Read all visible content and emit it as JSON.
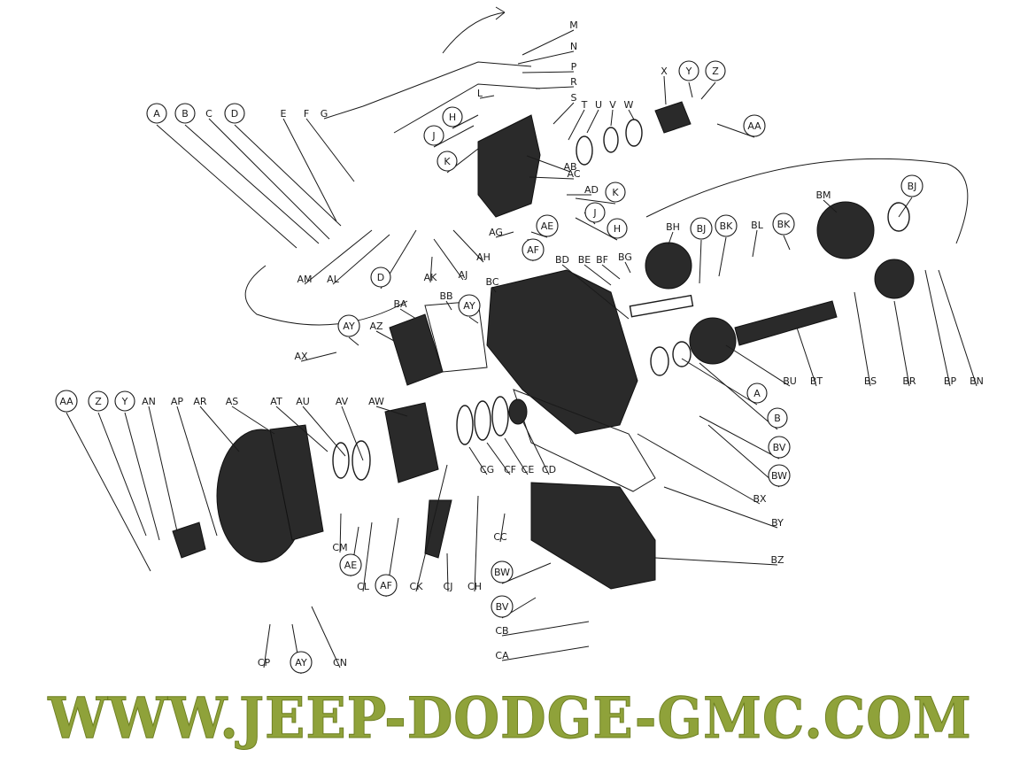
{
  "watermark": {
    "text": "WWW.JEEP-DODGE-GMC.COM",
    "color": "#8fa23a"
  },
  "labels": [
    {
      "id": "M",
      "circled": false
    },
    {
      "id": "N",
      "circled": false
    },
    {
      "id": "P",
      "circled": false
    },
    {
      "id": "R",
      "circled": false
    },
    {
      "id": "L",
      "circled": false
    },
    {
      "id": "S",
      "circled": false
    },
    {
      "id": "T",
      "circled": false
    },
    {
      "id": "U",
      "circled": false
    },
    {
      "id": "V",
      "circled": false
    },
    {
      "id": "W",
      "circled": false
    },
    {
      "id": "X",
      "circled": false
    },
    {
      "id": "Y",
      "circled": true
    },
    {
      "id": "Z",
      "circled": true
    },
    {
      "id": "AA",
      "circled": true
    },
    {
      "id": "A",
      "circled": true
    },
    {
      "id": "B",
      "circled": true
    },
    {
      "id": "C",
      "circled": false
    },
    {
      "id": "D",
      "circled": true
    },
    {
      "id": "E",
      "circled": false
    },
    {
      "id": "F",
      "circled": false
    },
    {
      "id": "G",
      "circled": false
    },
    {
      "id": "H",
      "circled": true
    },
    {
      "id": "J",
      "circled": true
    },
    {
      "id": "K",
      "circled": true
    },
    {
      "id": "AB",
      "circled": false
    },
    {
      "id": "AC",
      "circled": false
    },
    {
      "id": "AD",
      "circled": false
    },
    {
      "id": "K",
      "circled": true
    },
    {
      "id": "J",
      "circled": true
    },
    {
      "id": "H",
      "circled": true
    },
    {
      "id": "AG",
      "circled": false
    },
    {
      "id": "AE",
      "circled": true
    },
    {
      "id": "AF",
      "circled": true
    },
    {
      "id": "AH",
      "circled": false
    },
    {
      "id": "AJ",
      "circled": false
    },
    {
      "id": "AK",
      "circled": false
    },
    {
      "id": "D",
      "circled": true
    },
    {
      "id": "AL",
      "circled": false
    },
    {
      "id": "AM",
      "circled": false
    },
    {
      "id": "BJ",
      "circled": true
    },
    {
      "id": "BM",
      "circled": false
    },
    {
      "id": "BH",
      "circled": false
    },
    {
      "id": "BJ",
      "circled": true
    },
    {
      "id": "BK",
      "circled": true
    },
    {
      "id": "BL",
      "circled": false
    },
    {
      "id": "BK",
      "circled": true
    },
    {
      "id": "BD",
      "circled": false
    },
    {
      "id": "BE",
      "circled": false
    },
    {
      "id": "BF",
      "circled": false
    },
    {
      "id": "BG",
      "circled": false
    },
    {
      "id": "BC",
      "circled": false
    },
    {
      "id": "BB",
      "circled": false
    },
    {
      "id": "BA",
      "circled": false
    },
    {
      "id": "AY",
      "circled": true
    },
    {
      "id": "AY",
      "circled": true
    },
    {
      "id": "AZ",
      "circled": false
    },
    {
      "id": "AX",
      "circled": false
    },
    {
      "id": "A",
      "circled": true
    },
    {
      "id": "B",
      "circled": true
    },
    {
      "id": "BU",
      "circled": false
    },
    {
      "id": "BT",
      "circled": false
    },
    {
      "id": "BS",
      "circled": false
    },
    {
      "id": "BR",
      "circled": false
    },
    {
      "id": "BP",
      "circled": false
    },
    {
      "id": "BN",
      "circled": false
    },
    {
      "id": "BV",
      "circled": true
    },
    {
      "id": "BW",
      "circled": true
    },
    {
      "id": "BX",
      "circled": false
    },
    {
      "id": "BY",
      "circled": false
    },
    {
      "id": "BZ",
      "circled": false
    },
    {
      "id": "AA",
      "circled": true
    },
    {
      "id": "Z",
      "circled": true
    },
    {
      "id": "Y",
      "circled": true
    },
    {
      "id": "AN",
      "circled": false
    },
    {
      "id": "AP",
      "circled": false
    },
    {
      "id": "AR",
      "circled": false
    },
    {
      "id": "AS",
      "circled": false
    },
    {
      "id": "AT",
      "circled": false
    },
    {
      "id": "AU",
      "circled": false
    },
    {
      "id": "AV",
      "circled": false
    },
    {
      "id": "AW",
      "circled": false
    },
    {
      "id": "CG",
      "circled": false
    },
    {
      "id": "CF",
      "circled": false
    },
    {
      "id": "CE",
      "circled": false
    },
    {
      "id": "CD",
      "circled": false
    },
    {
      "id": "CM",
      "circled": false
    },
    {
      "id": "AE",
      "circled": true
    },
    {
      "id": "CL",
      "circled": false
    },
    {
      "id": "AF",
      "circled": true
    },
    {
      "id": "CK",
      "circled": false
    },
    {
      "id": "CJ",
      "circled": false
    },
    {
      "id": "CH",
      "circled": false
    },
    {
      "id": "CC",
      "circled": false
    },
    {
      "id": "BW",
      "circled": true
    },
    {
      "id": "BV",
      "circled": true
    },
    {
      "id": "CB",
      "circled": false
    },
    {
      "id": "CA",
      "circled": false
    },
    {
      "id": "CP",
      "circled": false
    },
    {
      "id": "AY",
      "circled": true
    },
    {
      "id": "CN",
      "circled": false
    }
  ]
}
